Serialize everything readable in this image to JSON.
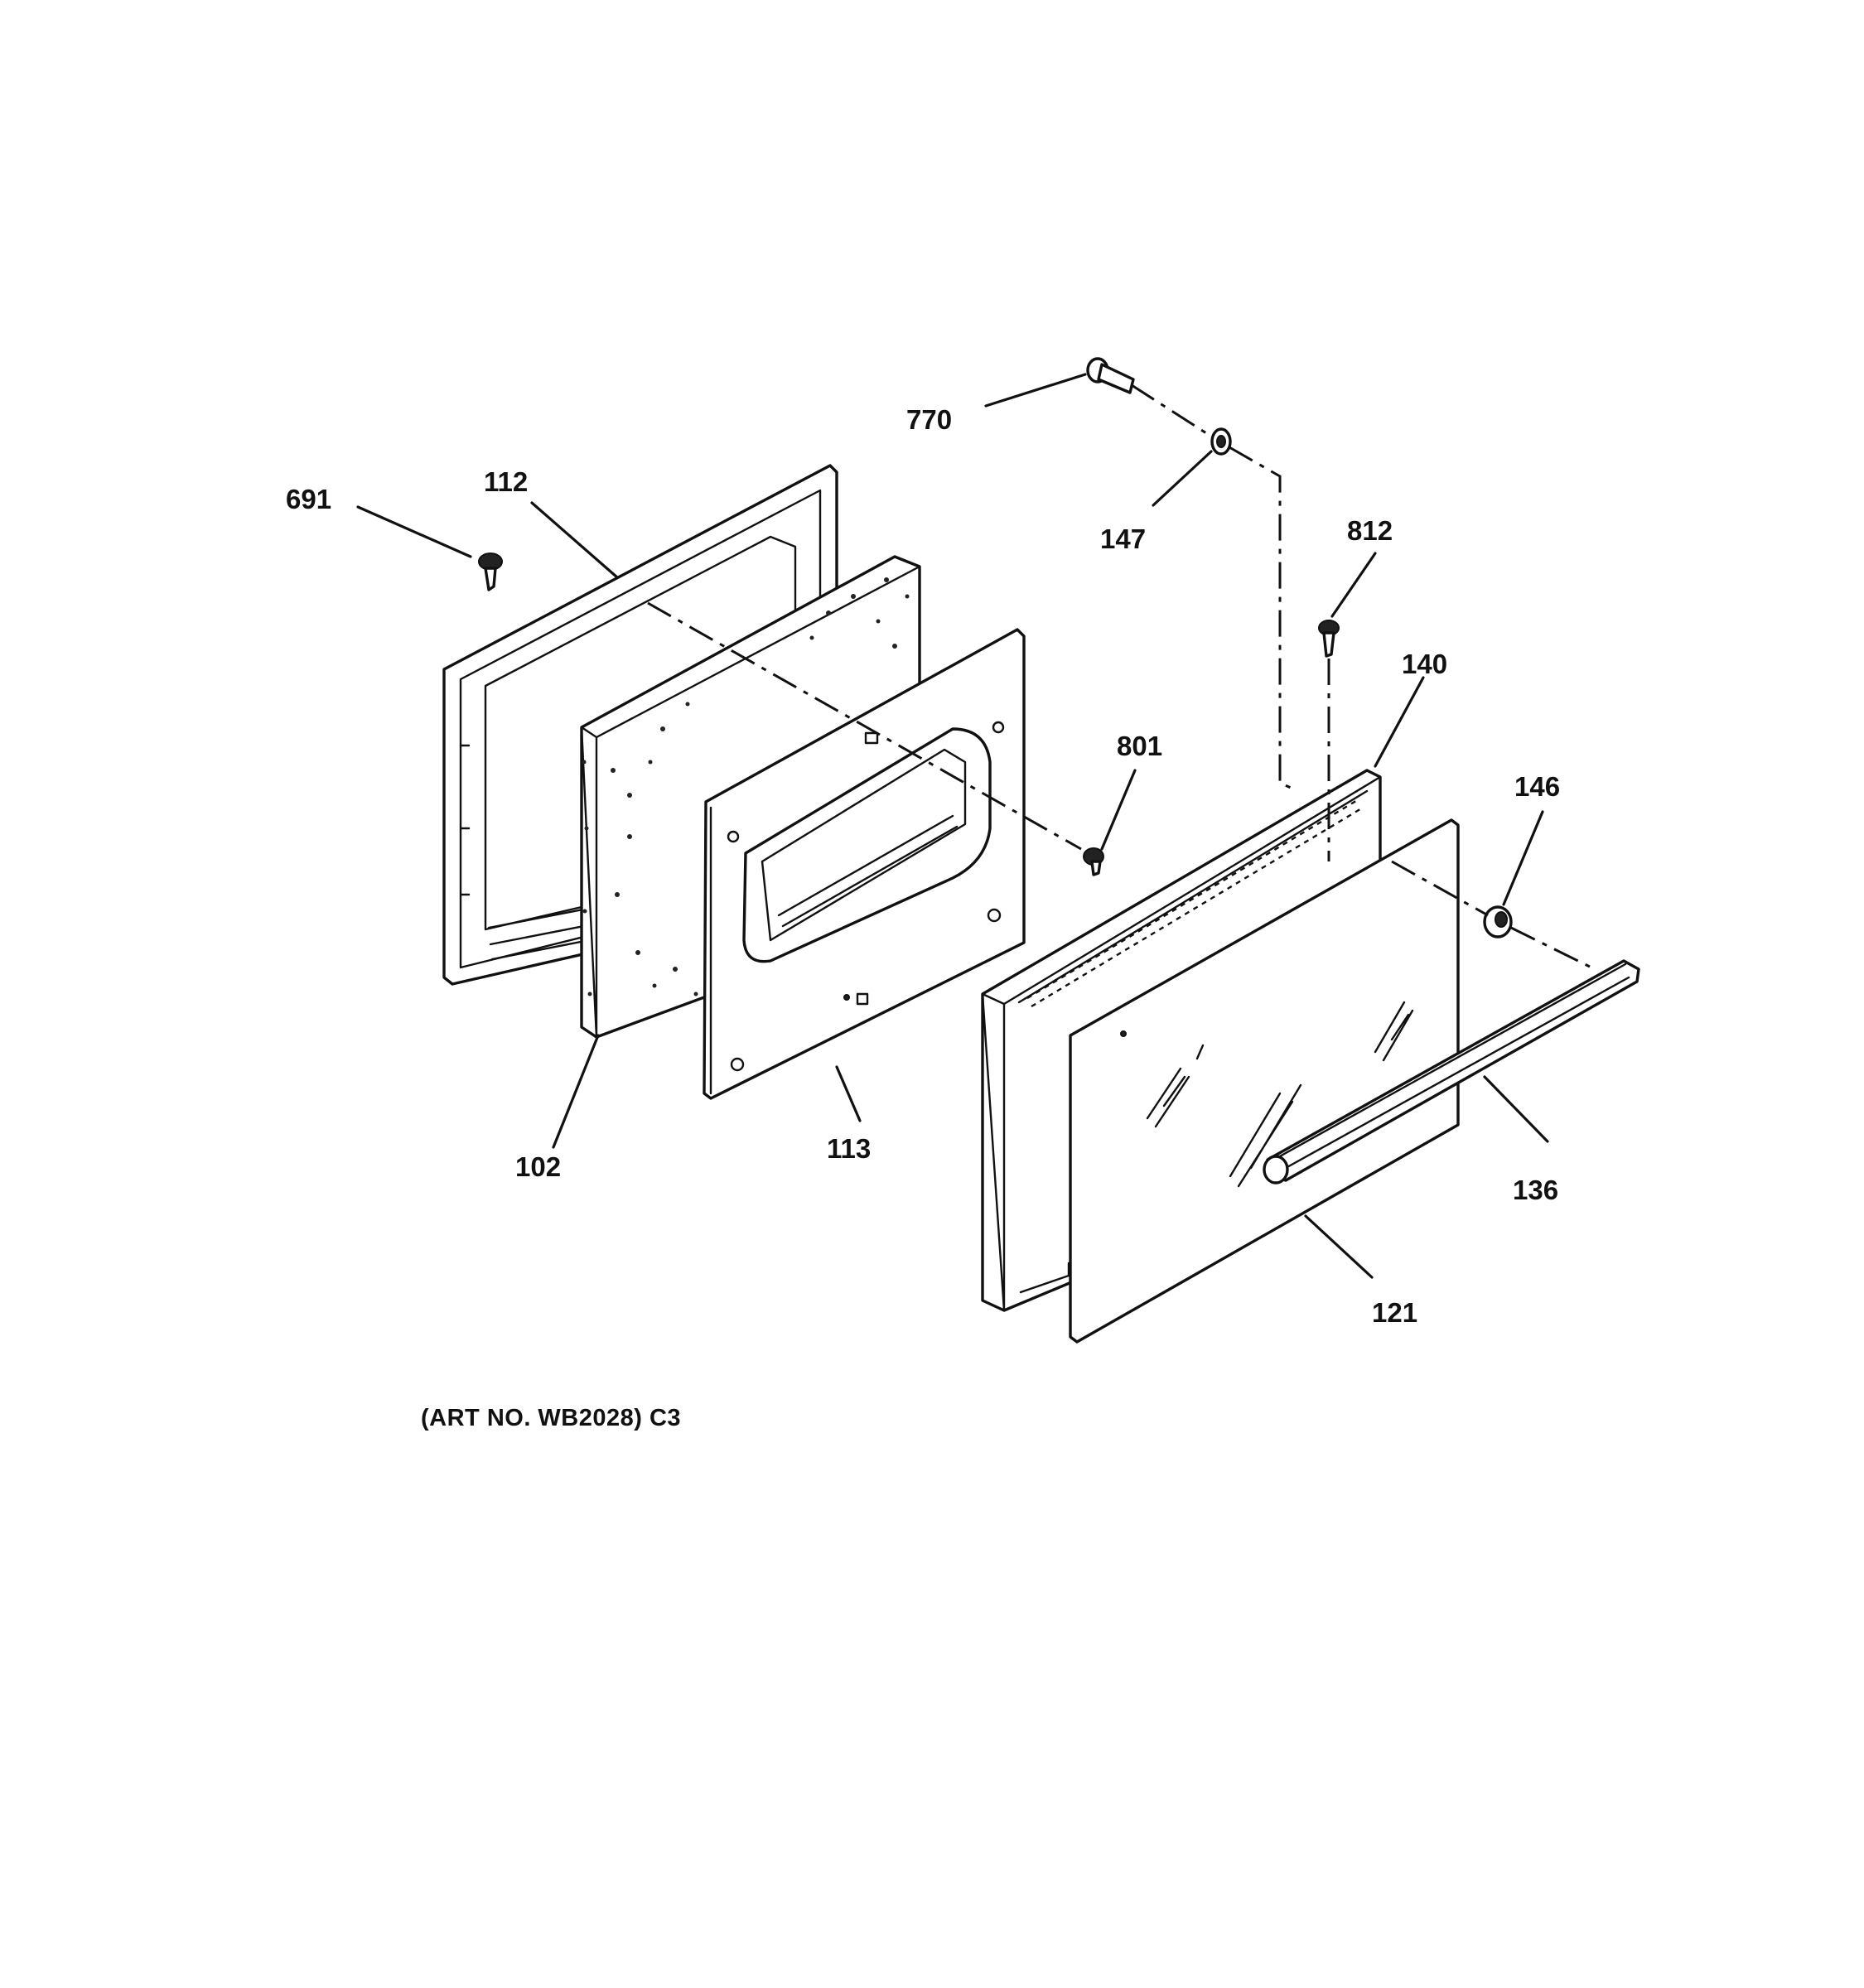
{
  "diagram": {
    "caption": "(ART NO. WB2028) C3",
    "callouts": {
      "p691": "691",
      "p112": "112",
      "p102": "102",
      "p113": "113",
      "p770": "770",
      "p147": "147",
      "p812": "812",
      "p801": "801",
      "p140": "140",
      "p146": "146",
      "p136": "136",
      "p121": "121"
    }
  }
}
